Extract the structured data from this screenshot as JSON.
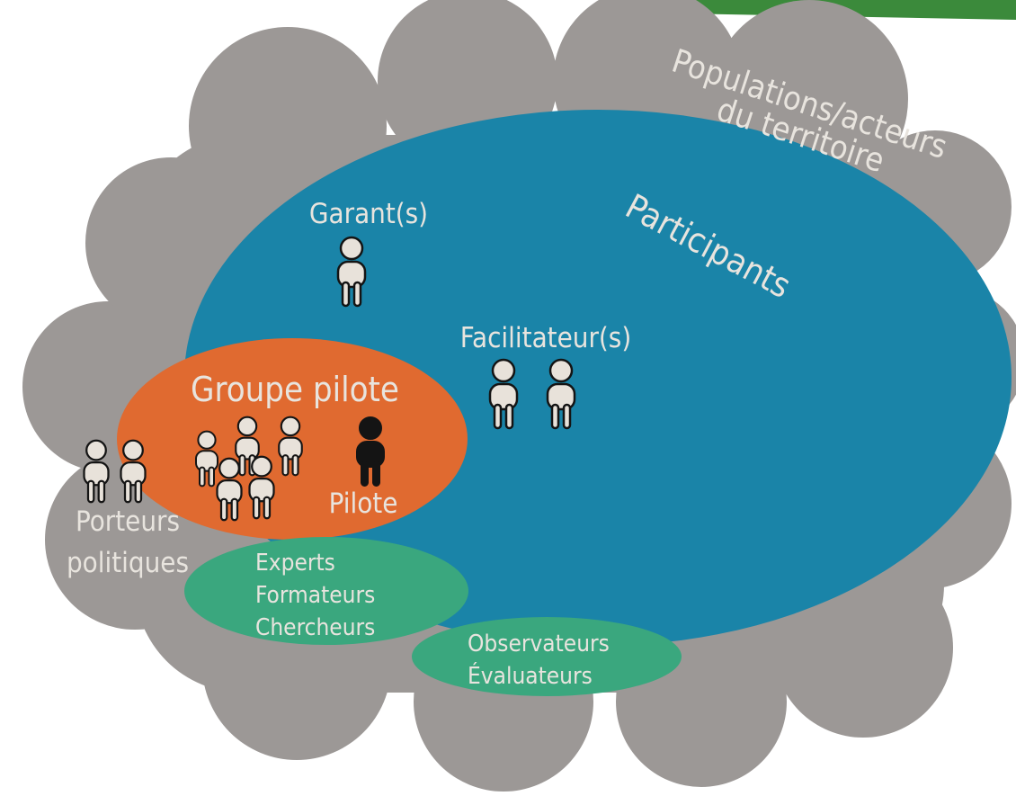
{
  "labels": {
    "populations_line1": "Populations/acteurs",
    "populations_line2": "du territoire",
    "participants": "Participants",
    "garants": "Garant(s)",
    "facilitateurs": "Facilitateur(s)",
    "groupe_pilote": "Groupe pilote",
    "pilote": "Pilote",
    "porteurs_line1": "Porteurs",
    "porteurs_line2": "politiques",
    "experts_line1": "Experts",
    "experts_line2": "Formateurs",
    "experts_line3": "Chercheurs",
    "observateurs_line1": "Observateurs",
    "observateurs_line2": "Évaluateurs"
  },
  "colors": {
    "cloud": "#9c9896",
    "participants": "#1a84a8",
    "groupe_pilote": "#e06a30",
    "green_ellipse": "#3aa77e",
    "top_bar": "#3b8a3b",
    "person_light": "#e8e2da",
    "person_dark": "#141414",
    "text_light": "#e8e4de"
  }
}
